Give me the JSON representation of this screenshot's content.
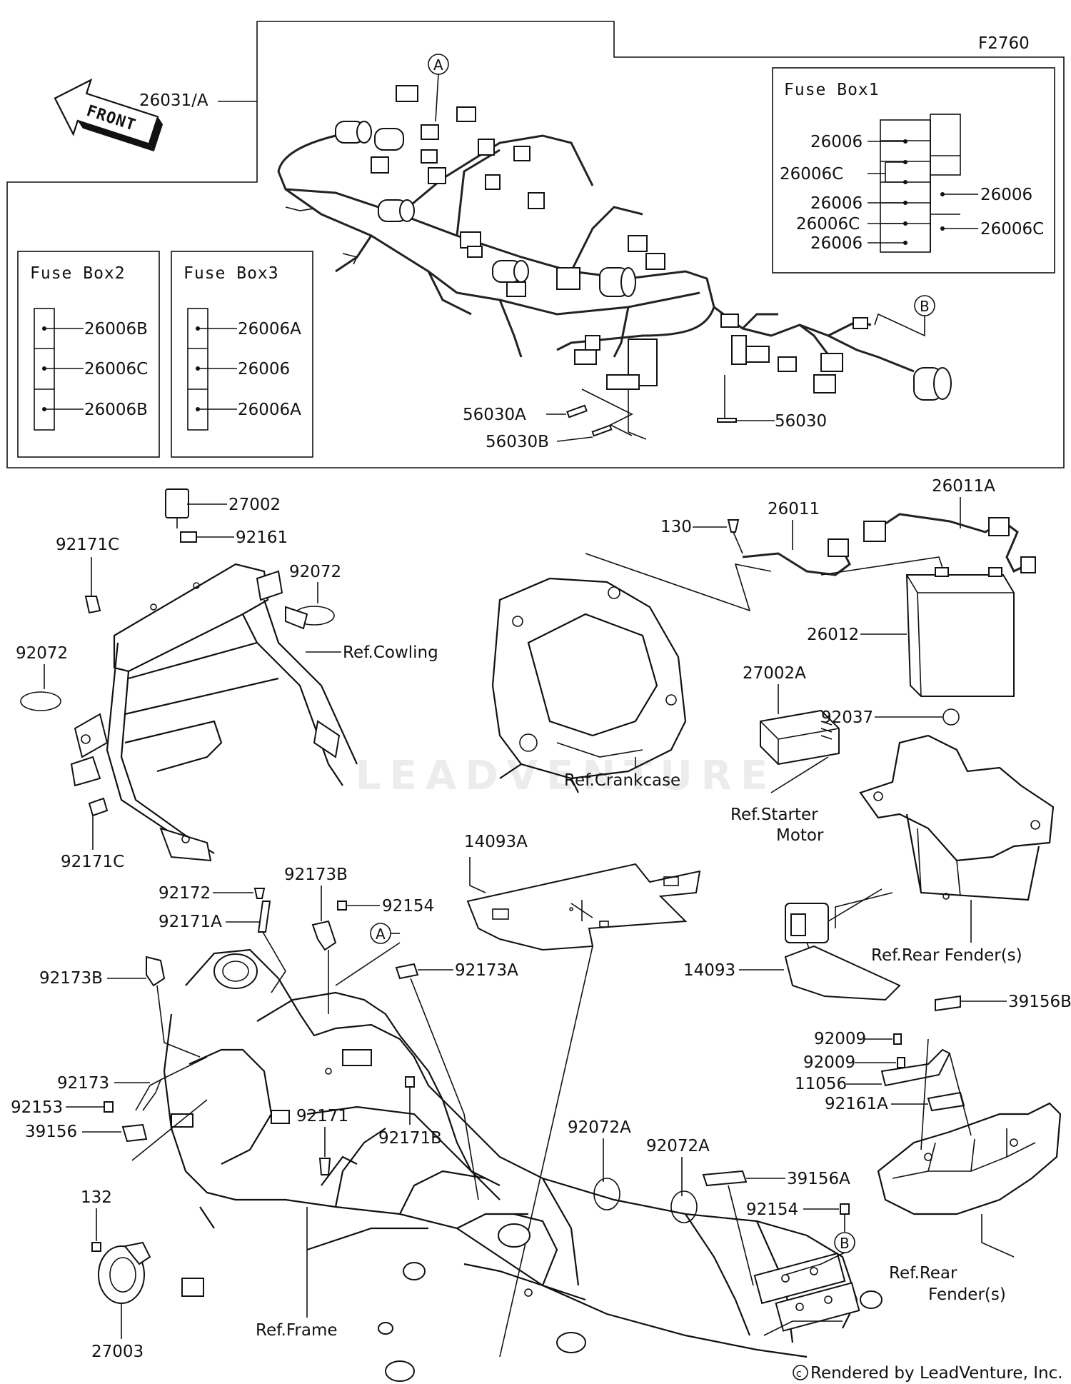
{
  "diagram_code": "F2760",
  "front_arrow": "FRONT",
  "watermark": "LEADVENTURE",
  "footer": "Rendered by LeadVenture, Inc.",
  "copyright_icon": "copyright-icon",
  "fuse_box1": {
    "title": "Fuse Box1",
    "labels": [
      "26006",
      "26006C",
      "26006",
      "26006C",
      "26006",
      "26006",
      "26006C"
    ]
  },
  "fuse_box2": {
    "title": "Fuse Box2",
    "labels": [
      "26006B",
      "26006C",
      "26006B"
    ]
  },
  "fuse_box3": {
    "title": "Fuse Box3",
    "labels": [
      "26006A",
      "26006",
      "26006A"
    ]
  },
  "callouts": {
    "c26031A": "26031/A",
    "c56030A": "56030A",
    "c56030B": "56030B",
    "c56030": "56030",
    "c27002": "27002",
    "c92161": "92161",
    "c92171C_top": "92171C",
    "c92072_right": "92072",
    "c92072_left": "92072",
    "c92171C_bottom": "92171C",
    "cRefCowling": "Ref.Cowling",
    "c130": "130",
    "c26011": "26011",
    "c26011A": "26011A",
    "c26012": "26012",
    "cRefCrankcase": "Ref.Crankcase",
    "c27002A": "27002A",
    "c92037": "92037",
    "cRefStarter1": "Ref.Starter",
    "cRefStarter2": "Motor",
    "c14093A": "14093A",
    "c14093": "14093",
    "cRefRearFender1": "Ref.Rear Fender(s)",
    "c39156B": "39156B",
    "c92009a": "92009",
    "c92009b": "92009",
    "c11056": "11056",
    "c92161A": "92161A",
    "c92172": "92172",
    "c92173B_a": "92173B",
    "c92154_a": "92154",
    "c92171A": "92171A",
    "c92173B_b": "92173B",
    "c92173A": "92173A",
    "c92173": "92173",
    "c92153": "92153",
    "c39156": "39156",
    "c92171": "92171",
    "c92171B": "92171B",
    "c92072A_a": "92072A",
    "c92072A_b": "92072A",
    "c39156A": "39156A",
    "c92154_b": "92154",
    "c132": "132",
    "c27003": "27003",
    "cRefFrame": "Ref.Frame",
    "cRefRearFender2a": "Ref.Rear",
    "cRefRearFender2b": "Fender(s)"
  },
  "markers": {
    "A": "A",
    "B": "B"
  }
}
